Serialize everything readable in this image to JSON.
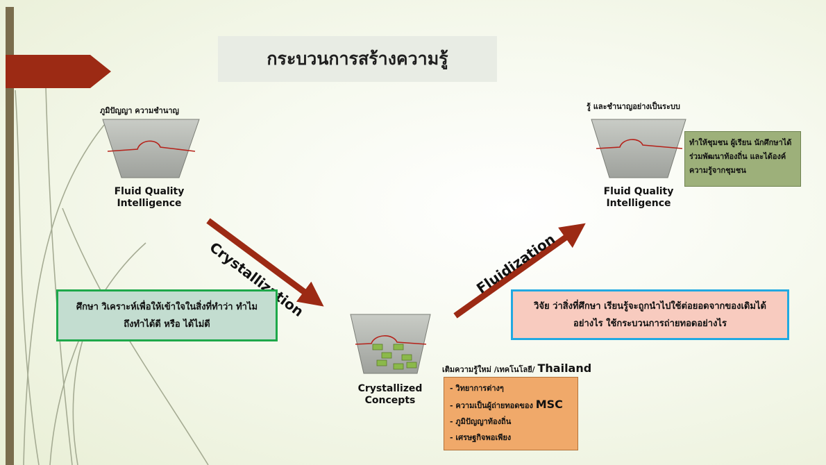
{
  "slide": {
    "title": "กระบวนการสร้างความรู้",
    "left_top_label": "ภูมิปัญญา ความชำนาญ",
    "left_name_line1": "Fluid Quality",
    "left_name_line2": "Intelligence",
    "right_top_label": "รู้ และชำนาญอย่างเป็นระบบ",
    "right_name_line1": "Fluid Quality",
    "right_name_line2": "Intelligence",
    "right_note_lines": [
      "ทำให้ชุมชน ผู้เรียน นักศึกษาได้",
      "ร่วมพัฒนาท้องถิ่น และได้องค์",
      "ความรู้จากชุมชน"
    ],
    "arrow_down_label": "Crystallization",
    "arrow_up_label": "Fluidization",
    "green_box_lines": [
      "ศึกษา วิเคราะห์เพื่อให้เข้าใจในสิ่งที่ทำว่า ทำไม",
      "ถึงทำได้ดี หรือ ได้ไม่ดี"
    ],
    "blue_box_lines": [
      "วิจัย ว่าสิ่งที่ศึกษา เรียนรู้จะถูกนำไปใช้ต่อยอดจากของเดิมได้",
      "อย่างไร ใช้กระบวนการถ่ายทอดอย่างไร"
    ],
    "center_name_line1": "Crystallized",
    "center_name_line2": "Concepts",
    "center_caption_prefix": "เติมความรู้ใหม่ /เทคโนโลยี/ ",
    "center_caption_bold": "Thailand",
    "orange_list": [
      "- วิทยาการต่างๆ",
      "- ความเป็นผู้ถ่ายทอดของ ",
      "- ภูมิปัญญาท้องถิ่น",
      "- เศรษฐกิจพอเพียง"
    ],
    "orange_list_msc": "MSC"
  },
  "colors": {
    "accent_red": "#9c2a14",
    "sidebar": "#7a6d4d",
    "green_border": "#1ea84a",
    "green_fill": "#c3ddd0",
    "blue_border": "#21a9e1",
    "pink_fill": "#f8cbbf",
    "olive_note": "#9db07a",
    "orange_fill": "#f0a96a",
    "small_block": "#8bb94a"
  }
}
